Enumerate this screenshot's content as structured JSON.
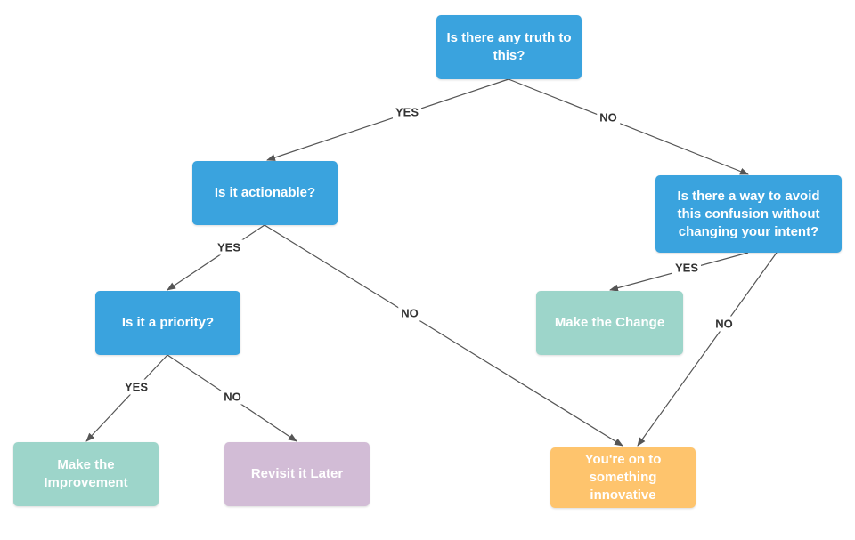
{
  "colors": {
    "question": "#3aa3de",
    "outcome_teal": "#9dd5ca",
    "outcome_lilac": "#d2bcd6",
    "outcome_orange": "#fec46d",
    "edge": "#555555",
    "label_text": "#333333"
  },
  "nodes": {
    "truth": "Is there any truth to this?",
    "actionable": "Is it actionable?",
    "avoid": "Is there a way to avoid this confusion without changing your intent?",
    "priority": "Is it a priority?",
    "change": "Make the Change",
    "improvement": "Make the Improvement",
    "revisit": "Revisit it Later",
    "innovative": "You're on to something innovative"
  },
  "edges": [
    {
      "from": "truth",
      "to": "actionable",
      "label": "YES"
    },
    {
      "from": "truth",
      "to": "avoid",
      "label": "NO"
    },
    {
      "from": "actionable",
      "to": "priority",
      "label": "YES"
    },
    {
      "from": "actionable",
      "to": "innovative",
      "label": "NO"
    },
    {
      "from": "avoid",
      "to": "change",
      "label": "YES"
    },
    {
      "from": "avoid",
      "to": "innovative",
      "label": "NO"
    },
    {
      "from": "priority",
      "to": "improvement",
      "label": "YES"
    },
    {
      "from": "priority",
      "to": "revisit",
      "label": "NO"
    }
  ]
}
